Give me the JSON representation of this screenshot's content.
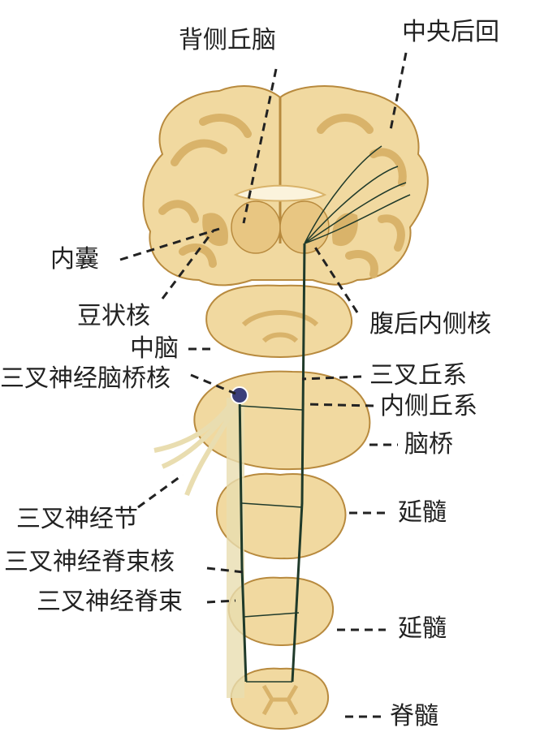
{
  "colors": {
    "tissue_fill": "#f1d9a0",
    "tissue_light": "#f7e8c0",
    "gray_matter": "#d9b36a",
    "tissue_edge": "#b88a3e",
    "tract": "#1f3a2a",
    "tract_sheath": "#e9ddb0",
    "label_text": "#222222",
    "ganglion": "#3b3f7a"
  },
  "labels": {
    "dorsal_thalamus": "背侧丘脑",
    "postcentral_gyrus": "中央后回",
    "internal_capsule": "内囊",
    "lentiform_nucleus": "豆状核",
    "vpm_nucleus": "腹后内侧核",
    "midbrain": "中脑",
    "trigeminal_pontine_nucleus": "三叉神经脑桥核",
    "trigeminal_lemniscus": "三叉丘系",
    "medial_lemniscus": "内侧丘系",
    "pons": "脑桥",
    "trigeminal_ganglion": "三叉神经节",
    "medulla_upper": "延髓",
    "spinal_trigeminal_nucleus": "三叉神经脊束核",
    "spinal_trigeminal_tract": "三叉神经脊束",
    "medulla_lower": "延髓",
    "spinal_cord": "脊髓"
  }
}
